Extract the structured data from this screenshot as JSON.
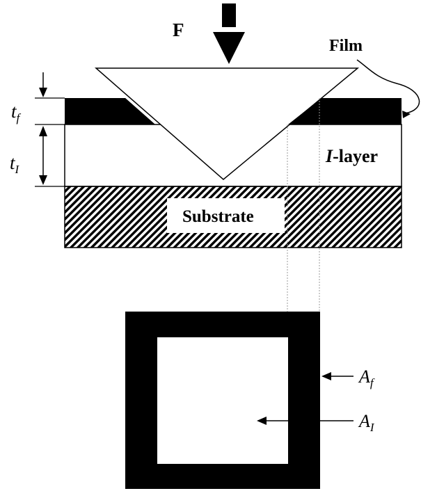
{
  "labels": {
    "force": "F",
    "film": "Film",
    "film_thickness_main": "t",
    "film_thickness_sub": "f",
    "interlayer_thickness_main": "t",
    "interlayer_thickness_sub": "I",
    "interlayer_italic": "I",
    "interlayer_rest": "-layer",
    "substrate": "Substrate",
    "area_film_main": "A",
    "area_film_sub": "f",
    "area_interlayer_main": "A",
    "area_interlayer_sub": "I"
  },
  "colors": {
    "ink": "#000000",
    "paper": "#ffffff",
    "guide": "#9a9a9a"
  }
}
